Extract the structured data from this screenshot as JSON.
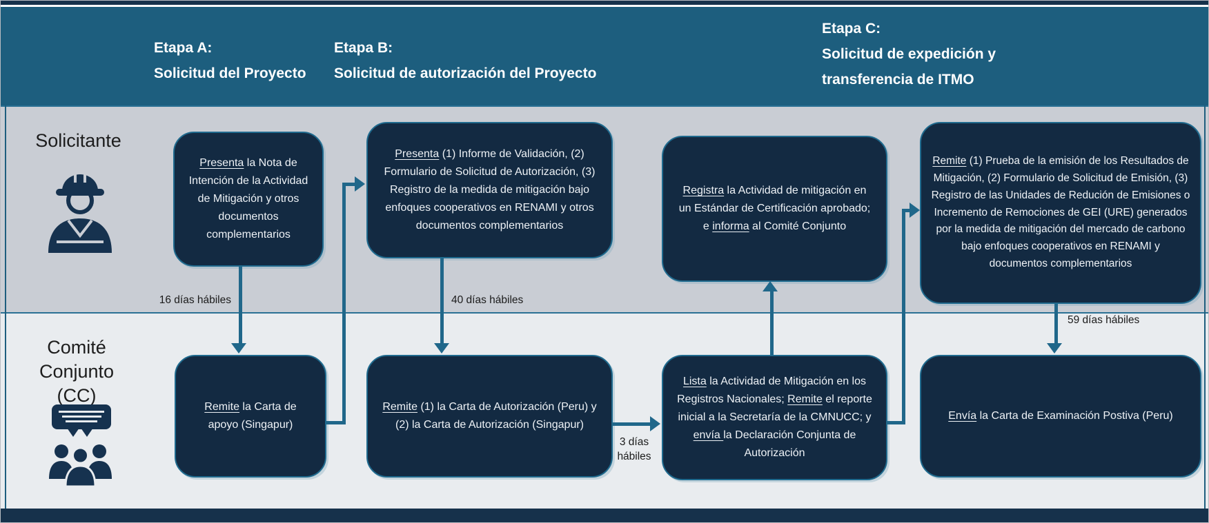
{
  "header": {
    "stages": [
      {
        "lines": [
          "Etapa A:",
          "Solicitud del Proyecto"
        ]
      },
      {
        "lines": [
          "Etapa B:",
          "Solicitud de autorización del Proyecto"
        ]
      },
      {
        "lines": [
          "Etapa C:",
          "Solicitud de expedición y",
          "transferencia de ITMO"
        ]
      }
    ]
  },
  "lanes": [
    {
      "label_lines": [
        "Solicitante"
      ],
      "icon": "worker-icon"
    },
    {
      "label_lines": [
        "Comité Conjunto",
        "(CC)"
      ],
      "icon": "committee-icon"
    }
  ],
  "boxes": {
    "solicitante_etapa_a": [
      {
        "t": "Presenta",
        "u": true
      },
      {
        "t": " la Nota de Intención de la Actividad de Mitigación y otros documentos complementarios"
      }
    ],
    "solicitante_etapa_b": [
      {
        "t": "Presenta",
        "u": true
      },
      {
        "t": " (1) Informe de Validación, (2) Formulario de Solicitud de Autorización, (3) Registro de la medida de mitigación bajo enfoques cooperativos en RENAMI  y otros documentos complementarios"
      }
    ],
    "solicitante_registra": [
      {
        "t": "Registra",
        "u": true
      },
      {
        "t": " la Actividad de mitigación en un Estándar de Certificación aprobado; e "
      },
      {
        "t": "informa",
        "u": true
      },
      {
        "t": " al Comité Conjunto"
      }
    ],
    "solicitante_etapa_c": [
      {
        "t": "Remite",
        "u": true
      },
      {
        "t": " (1) Prueba de la emisión de los Resultados de Mitigación, (2) Formulario de Solicitud de Emisión, (3) Registro de las Unidades de Redución de Emisiones o Incremento de Remociones de GEI (URE) generados por la medida de mitigación del mercado de carbono bajo enfoques cooperativos  en RENAMI y documentos complementarios"
      }
    ],
    "cc_etapa_a": [
      {
        "t": "Remite",
        "u": true
      },
      {
        "t": " la Carta de apoyo (Singapur)"
      }
    ],
    "cc_etapa_b": [
      {
        "t": "Remite",
        "u": true
      },
      {
        "t": " (1) la Carta de Autorización (Peru) y (2) la Carta de Autorización (Singapur)"
      }
    ],
    "cc_lista": [
      {
        "t": "Lista",
        "u": true
      },
      {
        "t": " la Actividad de Mitigación en los Registros Nacionales; "
      },
      {
        "t": "Remite",
        "u": true
      },
      {
        "t": " el reporte inicial a la Secretaría de la CMNUCC; y "
      },
      {
        "t": "envía ",
        "u": true
      },
      {
        "t": "la Declaración Conjunta de Autorización"
      }
    ],
    "cc_etapa_c": [
      {
        "t": "Envía",
        "u": true
      },
      {
        "t": " la Carta de Examinación Postiva (Peru)"
      }
    ]
  },
  "arrow_labels": {
    "a_to_cc": "16 días hábiles",
    "b_to_cc": "40 días hábiles",
    "cc_to_lista": "3 días hábiles",
    "c_to_cc": "59 días hábiles"
  },
  "colors": {
    "header": "#1d5e7e",
    "lane_solicitante": "#c9cdd4",
    "lane_cc": "#e9ecef",
    "box_fill": "#132a42",
    "box_border": "#1f6a8e",
    "connector": "#20678a",
    "icon": "#16324f",
    "frame_bar": "#16314b"
  }
}
